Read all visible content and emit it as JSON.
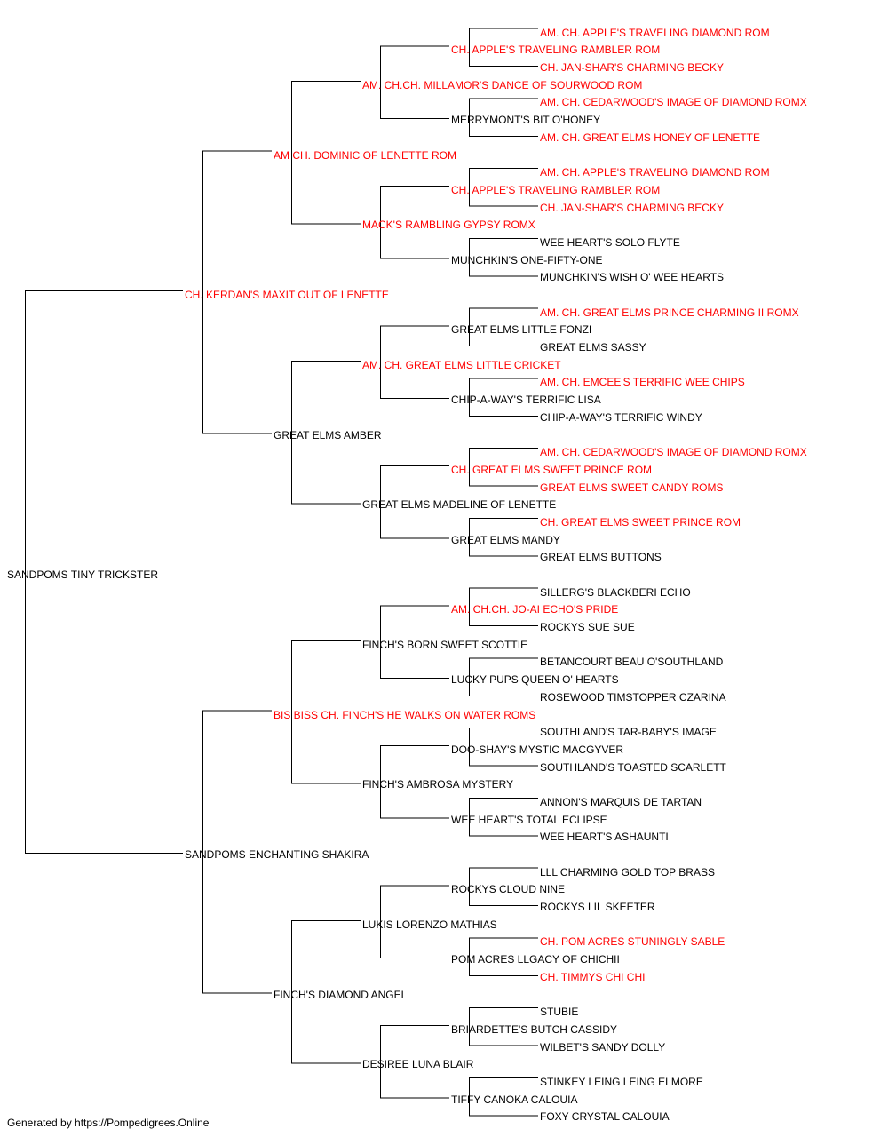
{
  "colors": {
    "champion": "#ff0000",
    "normal": "#000000",
    "line": "#000000"
  },
  "root": {
    "name": "SANDPOMS TINY TRICKSTER",
    "champion": false,
    "sire": {
      "name": "CH. KERDAN'S MAXIT OUT OF LENETTE",
      "champion": true,
      "sire": {
        "name": "AM CH. DOMINIC OF LENETTE ROM",
        "champion": true,
        "sire": {
          "name": "AM. CH.CH. MILLAMOR'S DANCE OF SOURWOOD ROM",
          "champion": true,
          "sire": {
            "name": "CH. APPLE'S TRAVELING RAMBLER ROM",
            "champion": true,
            "sire": {
              "name": "AM. CH. APPLE'S TRAVELING DIAMOND ROM",
              "champion": true
            },
            "dam": {
              "name": "CH. JAN-SHAR'S CHARMING BECKY",
              "champion": true
            }
          },
          "dam": {
            "name": "MERRYMONT'S BIT O'HONEY",
            "champion": false,
            "sire": {
              "name": "AM. CH. CEDARWOOD'S IMAGE OF DIAMOND ROMX",
              "champion": true
            },
            "dam": {
              "name": "AM. CH. GREAT ELMS HONEY OF LENETTE",
              "champion": true
            }
          }
        },
        "dam": {
          "name": "MACK'S RAMBLING GYPSY ROMX",
          "champion": true,
          "sire": {
            "name": "CH. APPLE'S TRAVELING RAMBLER ROM",
            "champion": true,
            "sire": {
              "name": "AM. CH. APPLE'S TRAVELING DIAMOND ROM",
              "champion": true
            },
            "dam": {
              "name": "CH. JAN-SHAR'S CHARMING BECKY",
              "champion": true
            }
          },
          "dam": {
            "name": "MUNCHKIN'S ONE-FIFTY-ONE",
            "champion": false,
            "sire": {
              "name": "WEE HEART'S SOLO FLYTE",
              "champion": false
            },
            "dam": {
              "name": "MUNCHKIN'S WISH O' WEE HEARTS",
              "champion": false
            }
          }
        }
      },
      "dam": {
        "name": "GREAT ELMS AMBER",
        "champion": false,
        "sire": {
          "name": "AM. CH. GREAT ELMS LITTLE CRICKET",
          "champion": true,
          "sire": {
            "name": "GREAT ELMS LITTLE FONZI",
            "champion": false,
            "sire": {
              "name": "AM. CH. GREAT ELMS PRINCE CHARMING II ROMX",
              "champion": true
            },
            "dam": {
              "name": "GREAT ELMS SASSY",
              "champion": false
            }
          },
          "dam": {
            "name": "CHIP-A-WAY'S TERRIFIC LISA",
            "champion": false,
            "sire": {
              "name": "AM. CH. EMCEE'S TERRIFIC WEE CHIPS",
              "champion": true
            },
            "dam": {
              "name": "CHIP-A-WAY'S TERRIFIC WINDY",
              "champion": false
            }
          }
        },
        "dam": {
          "name": "GREAT ELMS MADELINE OF LENETTE",
          "champion": false,
          "sire": {
            "name": "CH. GREAT ELMS SWEET PRINCE ROM",
            "champion": true,
            "sire": {
              "name": "AM. CH. CEDARWOOD'S IMAGE OF DIAMOND ROMX",
              "champion": true
            },
            "dam": {
              "name": "GREAT ELMS SWEET CANDY ROMS",
              "champion": true
            }
          },
          "dam": {
            "name": "GREAT ELMS MANDY",
            "champion": false,
            "sire": {
              "name": "CH. GREAT ELMS SWEET PRINCE ROM",
              "champion": true
            },
            "dam": {
              "name": "GREAT ELMS BUTTONS",
              "champion": false
            }
          }
        }
      }
    },
    "dam": {
      "name": "SANDPOMS ENCHANTING SHAKIRA",
      "champion": false,
      "sire": {
        "name": "BIS BISS CH. FINCH'S HE WALKS ON WATER ROMS",
        "champion": true,
        "sire": {
          "name": "FINCH'S BORN SWEET SCOTTIE",
          "champion": false,
          "sire": {
            "name": "AM. CH.CH. JO-AI ECHO'S PRIDE",
            "champion": true,
            "sire": {
              "name": "SILLERG'S BLACKBERI ECHO",
              "champion": false
            },
            "dam": {
              "name": "ROCKYS SUE SUE",
              "champion": false
            }
          },
          "dam": {
            "name": "LUCKY PUPS QUEEN O' HEARTS",
            "champion": false,
            "sire": {
              "name": "BETANCOURT BEAU O'SOUTHLAND",
              "champion": false
            },
            "dam": {
              "name": "ROSEWOOD TIMSTOPPER CZARINA",
              "champion": false
            }
          }
        },
        "dam": {
          "name": "FINCH'S AMBROSA MYSTERY",
          "champion": false,
          "sire": {
            "name": "DOO-SHAY'S MYSTIC MACGYVER",
            "champion": false,
            "sire": {
              "name": "SOUTHLAND'S TAR-BABY'S IMAGE",
              "champion": false
            },
            "dam": {
              "name": "SOUTHLAND'S TOASTED SCARLETT",
              "champion": false
            }
          },
          "dam": {
            "name": "WEE HEART'S TOTAL ECLIPSE",
            "champion": false,
            "sire": {
              "name": "ANNON'S MARQUIS DE TARTAN",
              "champion": false
            },
            "dam": {
              "name": "WEE HEART'S ASHAUNTI",
              "champion": false
            }
          }
        }
      },
      "dam": {
        "name": "FINCH'S DIAMOND ANGEL",
        "champion": false,
        "sire": {
          "name": "LUKIS LORENZO MATHIAS",
          "champion": false,
          "sire": {
            "name": "ROCKYS CLOUD NINE",
            "champion": false,
            "sire": {
              "name": "LLL CHARMING GOLD TOP BRASS",
              "champion": false
            },
            "dam": {
              "name": "ROCKYS LIL SKEETER",
              "champion": false
            }
          },
          "dam": {
            "name": "POM ACRES LLGACY OF CHICHII",
            "champion": false,
            "sire": {
              "name": "CH. POM ACRES STUNINGLY SABLE",
              "champion": true
            },
            "dam": {
              "name": "CH. TIMMYS CHI CHI",
              "champion": true
            }
          }
        },
        "dam": {
          "name": "DESIREE LUNA BLAIR",
          "champion": false,
          "sire": {
            "name": "BRIARDETTE'S BUTCH CASSIDY",
            "champion": false,
            "sire": {
              "name": "STUBIE",
              "champion": false
            },
            "dam": {
              "name": "WILBET'S SANDY DOLLY",
              "champion": false
            }
          },
          "dam": {
            "name": "TIFFY CANOKA CALOUIA",
            "champion": false,
            "sire": {
              "name": "STINKEY LEING LEING ELMORE",
              "champion": false
            },
            "dam": {
              "name": "FOXY CRYSTAL CALOUIA",
              "champion": false
            }
          }
        }
      }
    }
  },
  "footer": "Generated by https://Pompedigrees.Online"
}
